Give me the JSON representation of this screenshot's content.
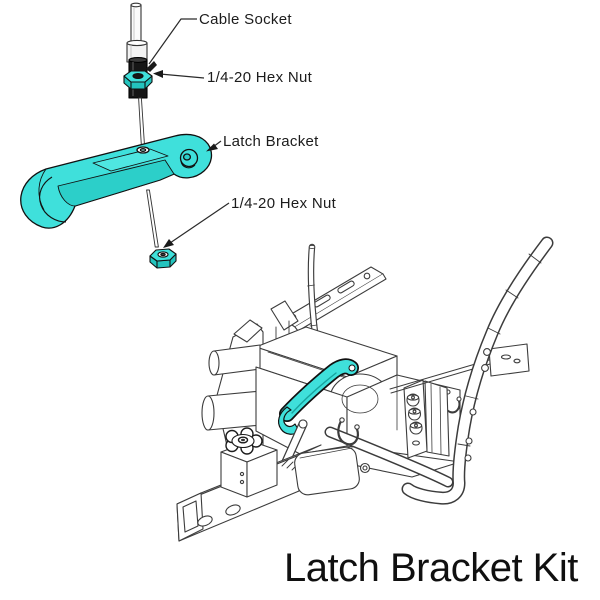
{
  "title": "Latch Bracket Kit",
  "callouts": [
    {
      "id": "cable_socket",
      "label": "Cable Socket"
    },
    {
      "id": "hex_nut_top",
      "label": "1/4-20 Hex Nut"
    },
    {
      "id": "latch_bracket",
      "label": "Latch Bracket"
    },
    {
      "id": "hex_nut_bottom",
      "label": "1/4-20 Hex Nut"
    }
  ],
  "colors": {
    "highlight": "#3FE0DB",
    "highlight_shade": "#23C4BE",
    "line": "#3C3C3C",
    "socket_black": "#161616",
    "text": "#1C1C1C"
  }
}
